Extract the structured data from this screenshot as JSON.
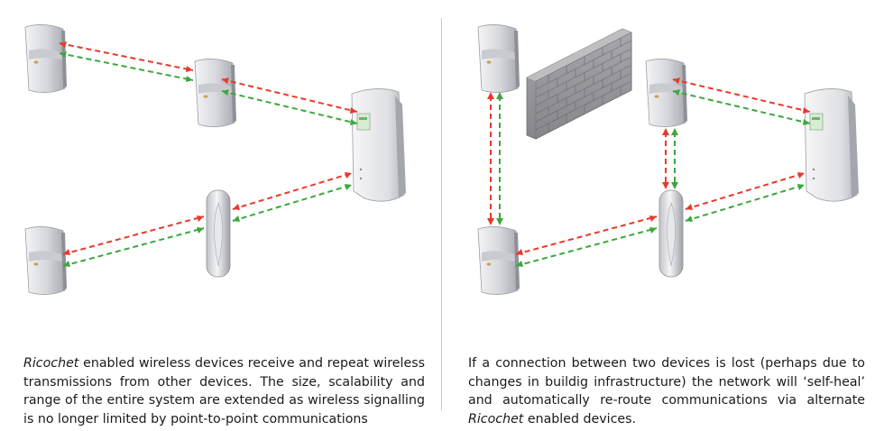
{
  "left_panel": {
    "caption": {
      "italic": "Ricochet",
      "text": " enabled wireless devices receive and repeat wireless transmissions from other devices. The size, scalability and range of the entire system are extended as wireless signalling is no longer limited by point-to-point communications"
    }
  },
  "right_panel": {
    "caption": {
      "text_before": "If a connection between two devices is lost (perhaps due to changes in buildig infrastructure) the network will ‘self-heal’ and automatically re-route communications via alternate ",
      "italic": "Ricochet",
      "text_after": " enabled devices."
    }
  },
  "colors": {
    "link_red": "#e8392b",
    "link_green": "#3aa83c",
    "device_body": "#dcdde2",
    "wall_brick": "#9a9a9e"
  }
}
